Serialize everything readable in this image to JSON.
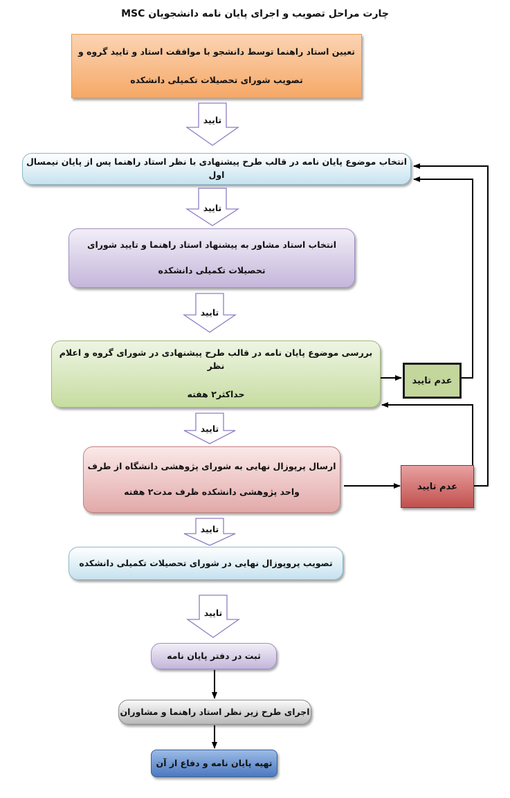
{
  "title": "چارت مراحل تصویب و اجرای پایان نامه دانشجویان MSC",
  "steps": {
    "s1": {
      "line1": "تعیین استاد راهنما توسط دانشجو با موافقت استاد و تایید گروه و",
      "line2": "تصویب شورای تحصیلات تکمیلی دانشکده"
    },
    "s2": {
      "line1": "انتخاب موضوع پایان نامه در قالب طرح پیشنهادی با نظر استاد راهنما پس از پایان نیمسال اول"
    },
    "s3": {
      "line1": "انتخاب استاد مشاور به پیشنهاد استاد راهنما و تایید شورای",
      "line2": "تحصیلات تکمیلی دانشکده"
    },
    "s4": {
      "line1": "بررسی موضوع پایان نامه در قالب طرح پیشنهادی در شورای گروه و اعلام نظر",
      "line2": "حداکثر۲ هفته"
    },
    "s5": {
      "line1": "ارسال پرپوزال نهایی به شورای پژوهشی دانشگاه از طرف",
      "line2": "واحد پژوهشی دانشکده ظرف مدت۲ هفته"
    },
    "s6": {
      "line1": "تصویب پروپوزال نهایی در شورای تحصیلات تکمیلی دانشکده"
    },
    "s7": {
      "line1": "ثبت در دفتر پایان نامه"
    },
    "s8": {
      "line1": "اجرای طرح زیر نظر استاد راهنما و مشاوران"
    },
    "s9": {
      "line1": "تهیه پایان نامه و دفاع از آن"
    }
  },
  "approve_label": "تایید",
  "reject_label": "عدم تایید",
  "colors": {
    "step1": "#f6a866",
    "step2": "#c5e2ef",
    "step3": "#c4b6da",
    "step4": "#c6dca0",
    "step5": "#e2a9a9",
    "step8": "#b8b8b8",
    "step9": "#4c79bf",
    "reject1": "#c3d69b",
    "reject2": "#c0504d"
  }
}
